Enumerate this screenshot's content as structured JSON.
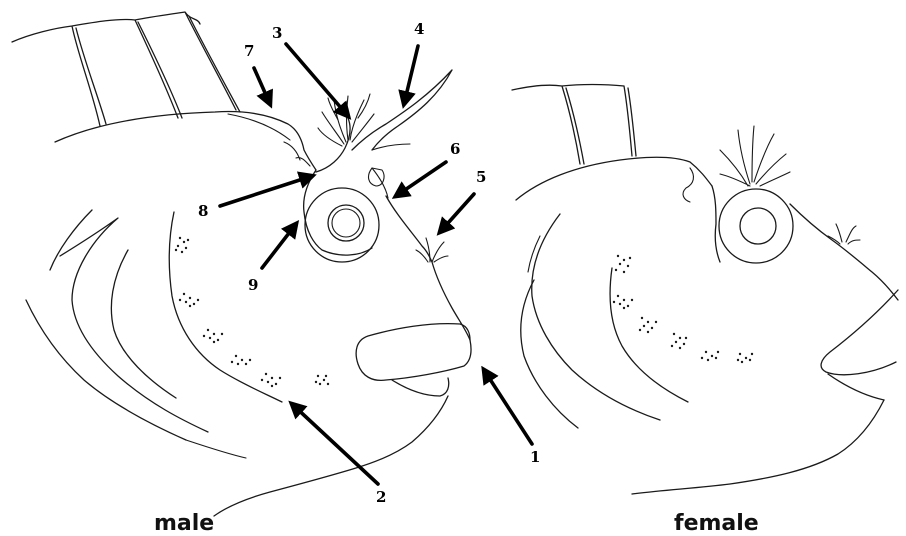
{
  "figure": {
    "callouts": [
      "1",
      "2",
      "3",
      "4",
      "5",
      "6",
      "7",
      "8",
      "9"
    ],
    "labels": {
      "male": "male",
      "female": "female"
    }
  }
}
